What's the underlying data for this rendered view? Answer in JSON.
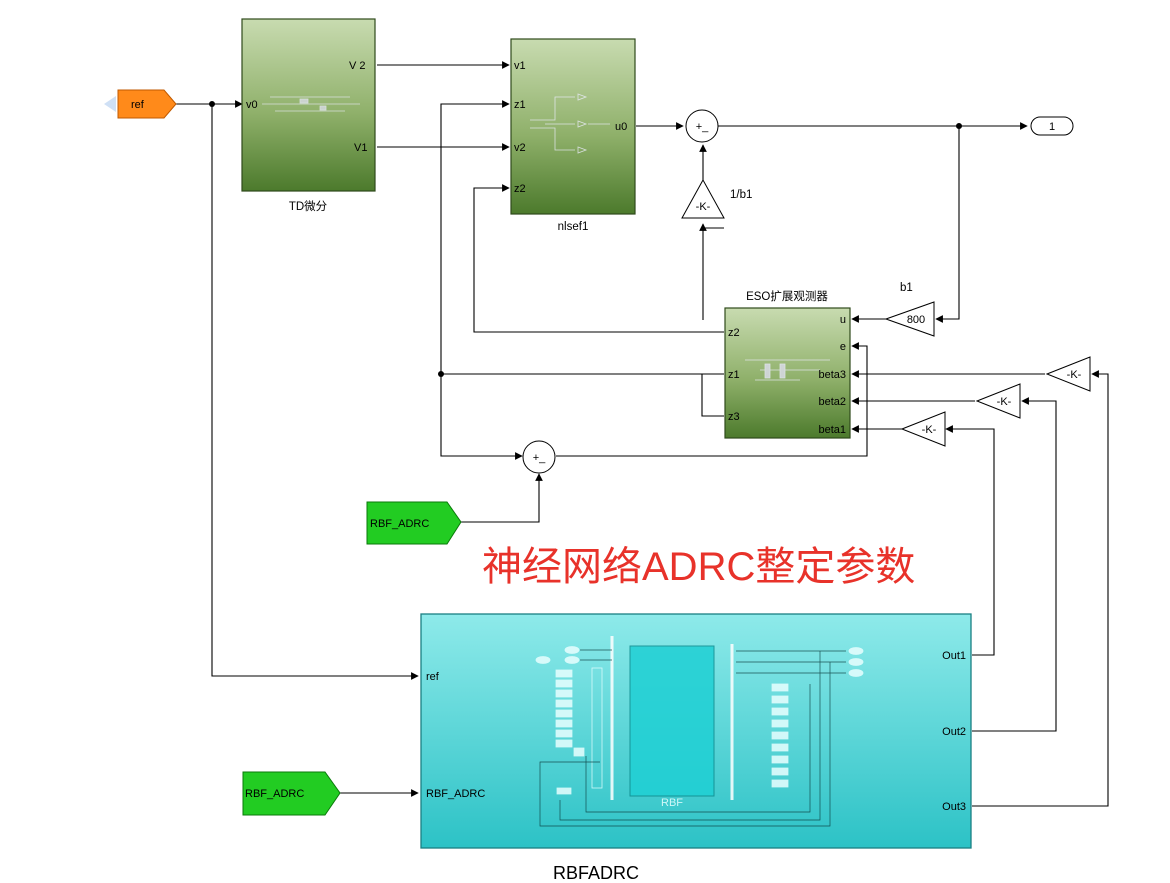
{
  "diagram": {
    "annotation": "神经网络ADRC整定参数",
    "blocks": {
      "ref_in": {
        "label": "ref"
      },
      "td": {
        "name": "TD微分",
        "in": [
          "v0"
        ],
        "out": [
          "V 2",
          "V1"
        ]
      },
      "nlsef": {
        "name": "nlsef1",
        "in": [
          "v1",
          "z1",
          "v2",
          "z2"
        ],
        "out": [
          "u0"
        ]
      },
      "eso": {
        "name": "ESO扩展观测器",
        "in": [
          "z2",
          "z1",
          "z3"
        ],
        "out": [
          "u",
          "e",
          "beta3",
          "beta2",
          "beta1"
        ]
      },
      "gain_inv_b1": {
        "value": "-K-",
        "label": "1/b1"
      },
      "gain_b1": {
        "value": "800",
        "label": "b1"
      },
      "gain_k3": {
        "value": "-K-"
      },
      "gain_k2": {
        "value": "-K-"
      },
      "gain_k1": {
        "value": "-K-"
      },
      "sum1": {
        "signs": "+_"
      },
      "sum2": {
        "signs": "+_"
      },
      "outport": {
        "label": "1"
      },
      "from1": {
        "label": "RBF_ADRC"
      },
      "from2": {
        "label": "RBF_ADRC"
      },
      "rbf": {
        "name": "RBFADRC",
        "inner": "RBF",
        "in": [
          "ref",
          "RBF_ADRC"
        ],
        "out": [
          "Out1",
          "Out2",
          "Out3"
        ]
      }
    }
  }
}
